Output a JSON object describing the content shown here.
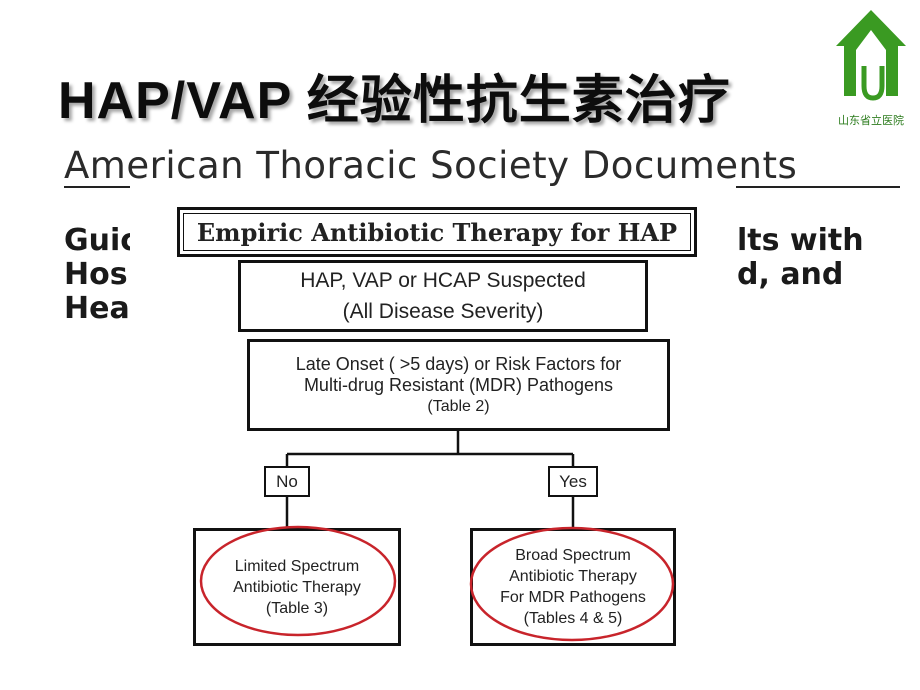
{
  "slide": {
    "title": "HAP/VAP 经验性抗生素治疗"
  },
  "logo": {
    "caption": "山东省立医院",
    "icon": "hospital-house-icon",
    "color": "#3a9a22"
  },
  "source_article": {
    "journal_header": "American Thoracic Society Documents",
    "title_fragment_left": "Guic\nHosp\nHeal",
    "title_fragment_right": "lts with\nd, and"
  },
  "flowchart": {
    "title": "Empiric Antibiotic Therapy for HAP",
    "start": {
      "line1": "HAP, VAP or HCAP Suspected",
      "line2": "(All Disease Severity)"
    },
    "decision": {
      "line1": "Late Onset ( >5 days) or Risk Factors for",
      "line2": "Multi-drug Resistant (MDR) Pathogens",
      "line3": "(Table 2)"
    },
    "branches": {
      "no": "No",
      "yes": "Yes"
    },
    "outcomes": {
      "left": {
        "line1": "Limited Spectrum",
        "line2": "Antibiotic Therapy",
        "line3": "(Table 3)"
      },
      "right": {
        "line1": "Broad Spectrum",
        "line2": "Antibiotic Therapy",
        "line3": "For MDR Pathogens",
        "line4": "(Tables 4 & 5)"
      }
    },
    "highlight_color": "#c8242b"
  }
}
